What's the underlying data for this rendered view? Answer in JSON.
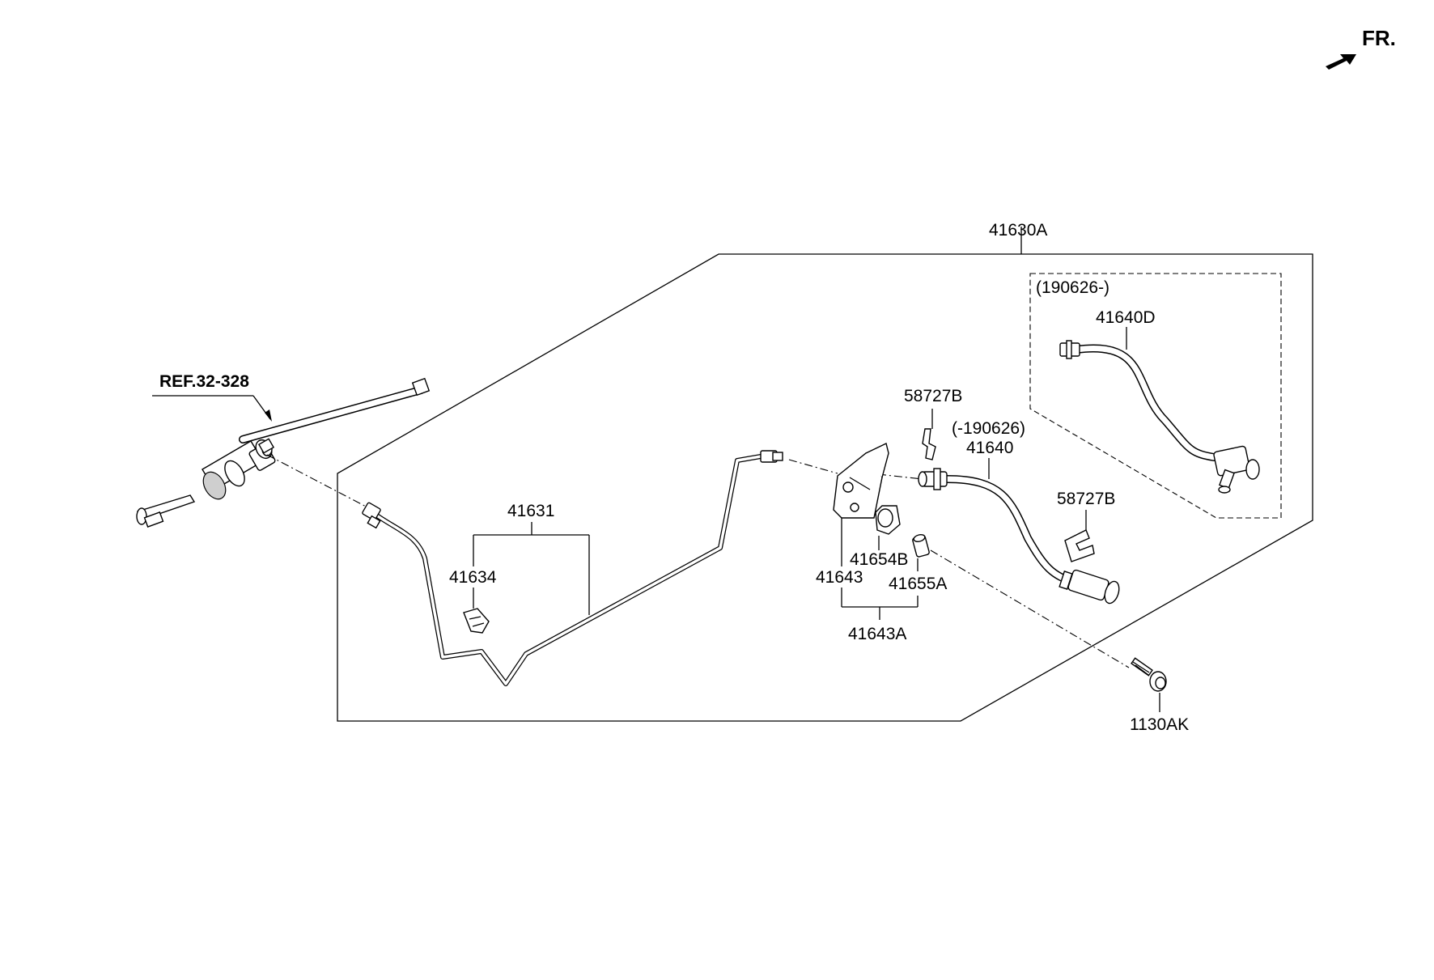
{
  "orientation": {
    "text": "FR.",
    "icon": "front-direction-arrow-icon"
  },
  "reference": {
    "text": "REF.32-328"
  },
  "labels": {
    "assembly": "41630A",
    "version_new": "(190626-)",
    "hose_new": "41640D",
    "clip_top": "58727B",
    "version_old": "(-190626)",
    "hose_old": "41640",
    "clip_right": "58727B",
    "tube": "41631",
    "tube_clip": "41634",
    "grommet": "41654B",
    "bracket": "41643",
    "sleeve": "41655A",
    "bracket_kit": "41643A",
    "bolt": "1130AK"
  }
}
